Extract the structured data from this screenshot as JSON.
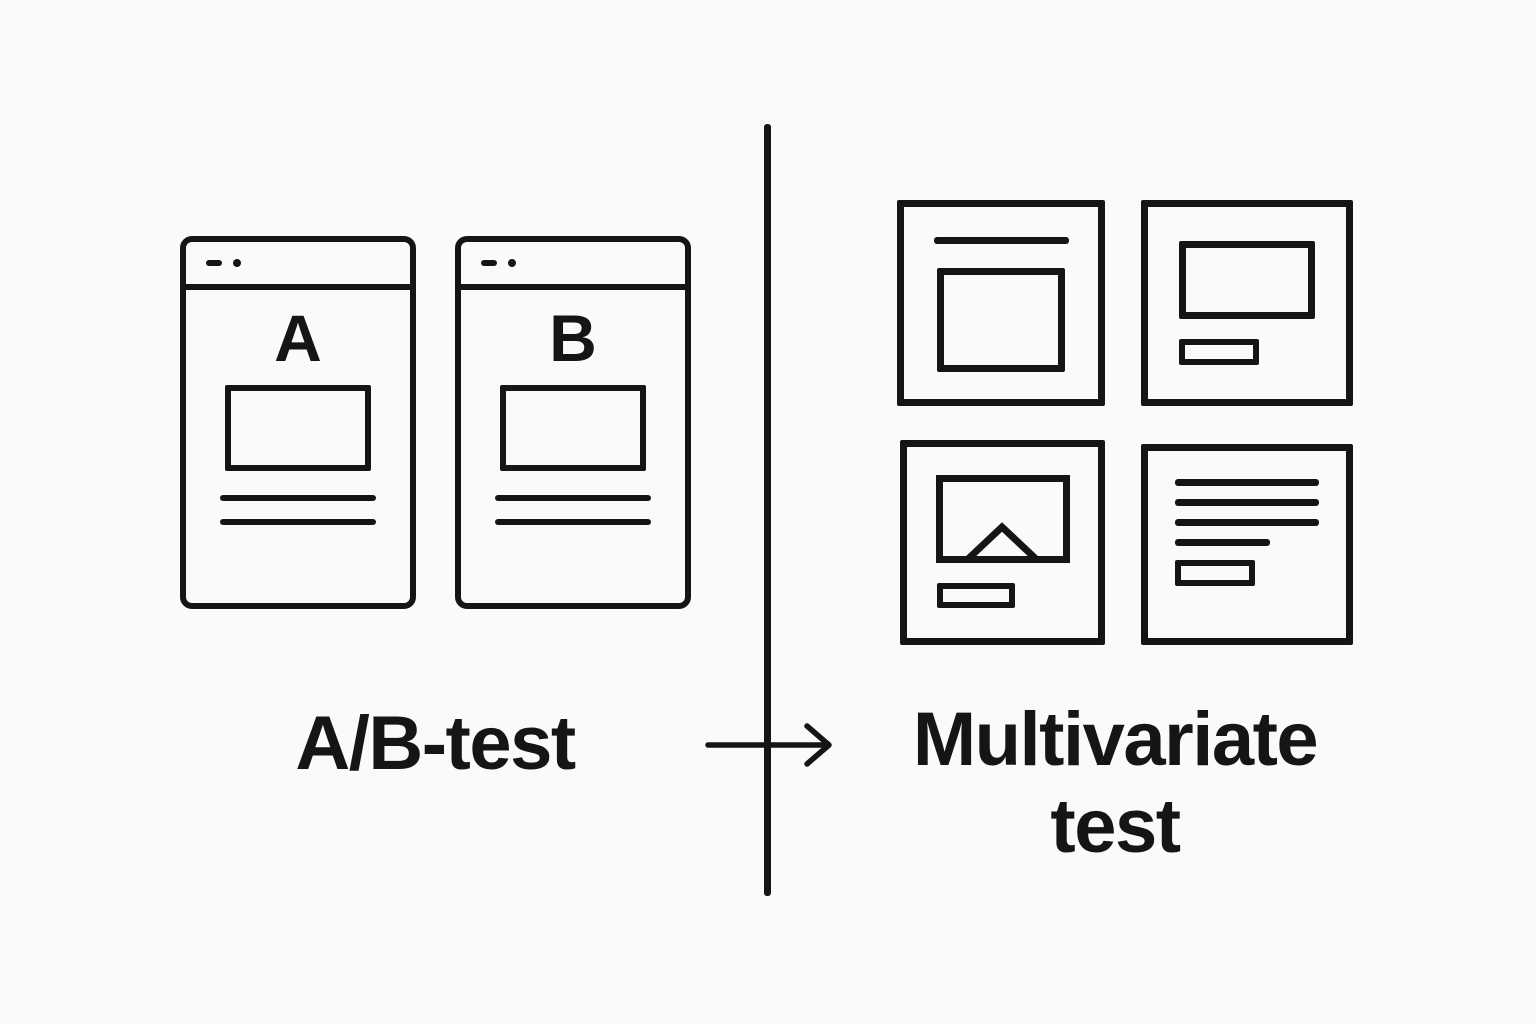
{
  "canvas": {
    "background": "#fbfaf8",
    "ink": "#151515"
  },
  "ab_panel": {
    "variants": [
      {
        "label": "A"
      },
      {
        "label": "B"
      }
    ],
    "caption": "A/B-test"
  },
  "arrow": {
    "direction": "right"
  },
  "mv_panel": {
    "caption_line1": "Multivariate",
    "caption_line2": "test",
    "tiles": [
      {
        "name": "headline-and-image-layout"
      },
      {
        "name": "image-and-button-layout"
      },
      {
        "name": "picture-and-button-layout"
      },
      {
        "name": "text-and-button-layout"
      }
    ]
  }
}
